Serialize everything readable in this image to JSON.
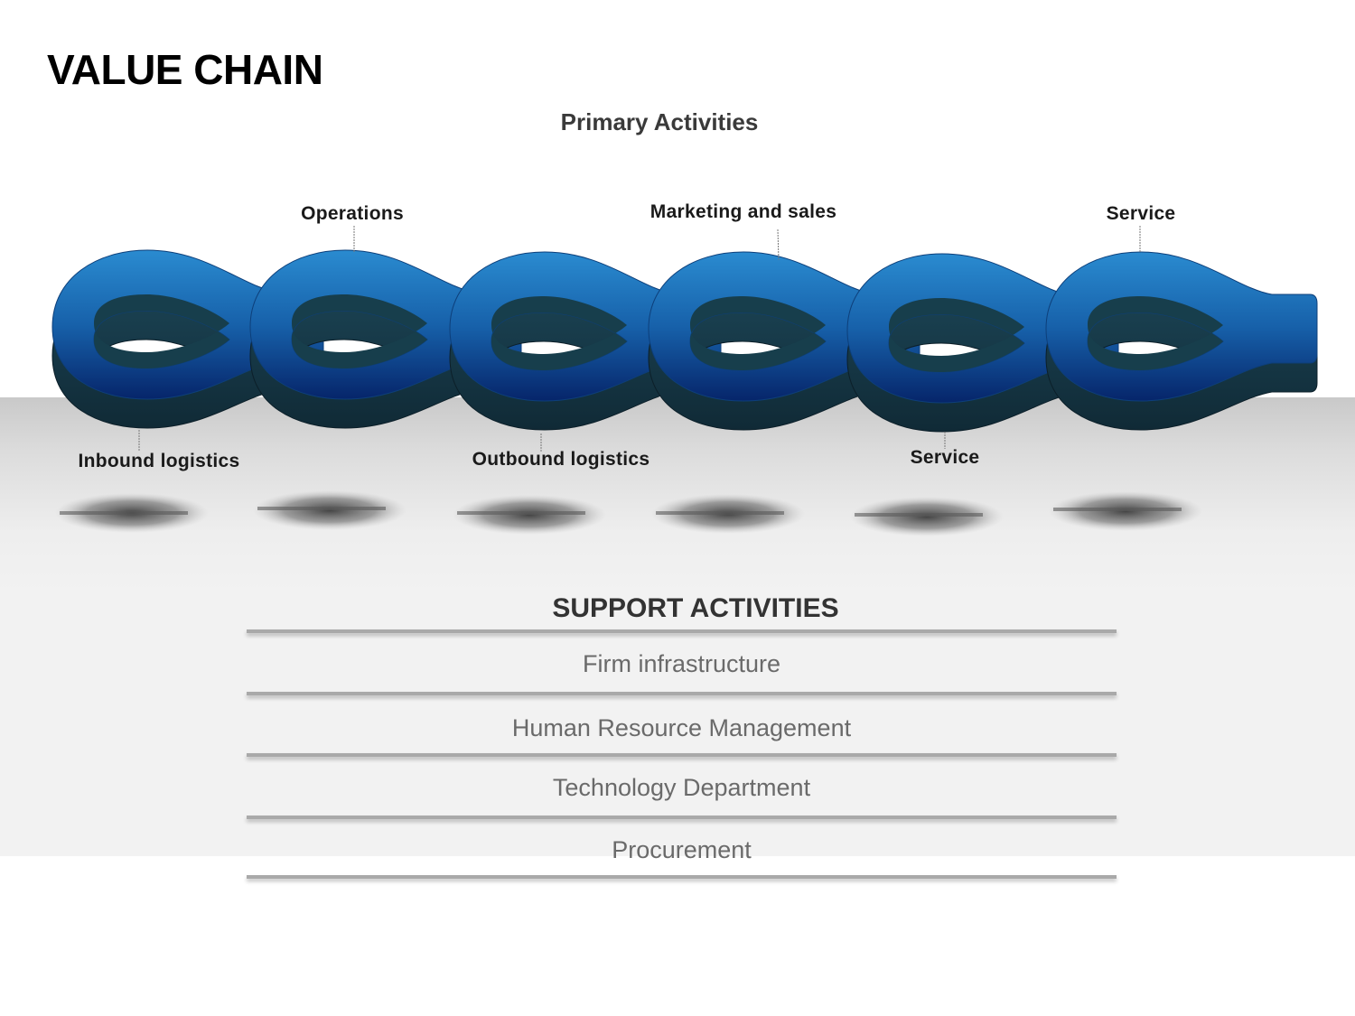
{
  "slide": {
    "title": "VALUE CHAIN",
    "primary_heading": "Primary Activities",
    "support_heading": "SUPPORT ACTIVITIES"
  },
  "chain": {
    "link_color": "#1f6fb5",
    "link_dark_color": "#173e4c",
    "top_labels": [
      "Operations",
      "Marketing and sales",
      "Service"
    ],
    "bottom_labels": [
      "Inbound logistics",
      "Outbound logistics",
      "Service"
    ]
  },
  "support": {
    "items": [
      "Firm infrastructure",
      "Human Resource Management",
      "Technology Department",
      "Procurement"
    ]
  }
}
